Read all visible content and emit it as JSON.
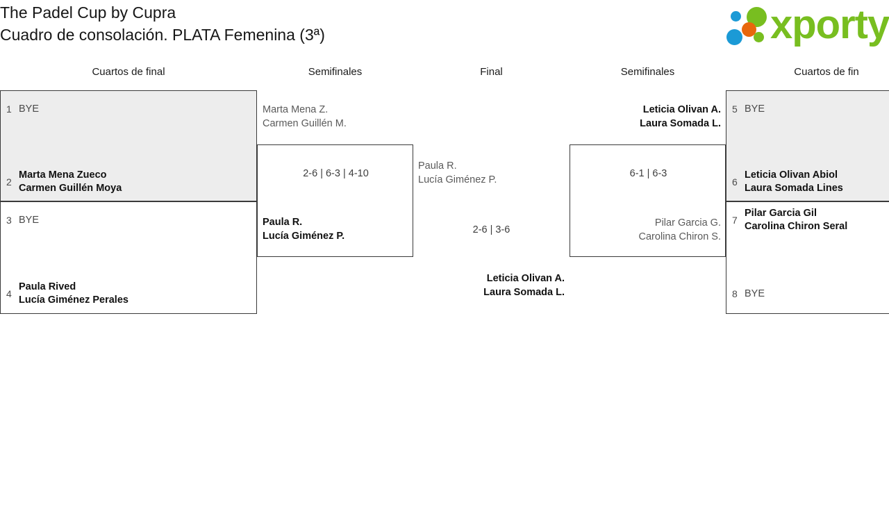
{
  "header": {
    "title_line1": "The Padel Cup by Cupra",
    "title_line2": "Cuadro de consolación. PLATA Femenina (3ª)",
    "logo_text": "xporty",
    "logo_colors": {
      "green": "#78be20",
      "blue": "#1b9ad6",
      "orange": "#e8670c"
    }
  },
  "round_headers": [
    {
      "label": "Cuartos de final"
    },
    {
      "label": "Semifinales"
    },
    {
      "label": "Final"
    },
    {
      "label": "Semifinales"
    },
    {
      "label": "Cuartos de fin"
    }
  ],
  "left_quarterfinals": [
    {
      "shaded": true,
      "top": {
        "seed": "1",
        "names": [
          "BYE"
        ],
        "state": "bye"
      },
      "bottom": {
        "seed": "2",
        "names": [
          "Marta Mena Zueco",
          "Carmen Guillén Moya"
        ],
        "state": "winner"
      }
    },
    {
      "shaded": false,
      "top": {
        "seed": "3",
        "names": [
          "BYE"
        ],
        "state": "bye"
      },
      "bottom": {
        "seed": "4",
        "names": [
          "Paula Rived",
          "Lucía Giménez Perales"
        ],
        "state": "winner"
      }
    }
  ],
  "left_semifinal": {
    "top_team": {
      "names": [
        "Marta Mena Z.",
        "Carmen Guillén M."
      ],
      "state": "loser"
    },
    "bottom_team": {
      "names": [
        "Paula R.",
        "Lucía Giménez P."
      ],
      "state": "winner"
    },
    "score": "2-6 | 6-3 | 4-10"
  },
  "final": {
    "left_team": {
      "names": [
        "Paula R.",
        "Lucía Giménez P."
      ],
      "state": "loser"
    },
    "right_team": {
      "names": [
        "Leticia Olivan A.",
        "Laura Somada L."
      ],
      "state": "winner"
    },
    "score": "2-6 | 3-6"
  },
  "right_semifinal": {
    "top_team": {
      "names": [
        "Leticia Olivan A.",
        "Laura Somada L."
      ],
      "state": "winner"
    },
    "bottom_team": {
      "names": [
        "Pilar Garcia G.",
        "Carolina Chiron S."
      ],
      "state": "loser"
    },
    "score": "6-1 | 6-3"
  },
  "right_quarterfinals": [
    {
      "shaded": true,
      "top": {
        "seed": "5",
        "names": [
          "BYE"
        ],
        "state": "bye"
      },
      "bottom": {
        "seed": "6",
        "names": [
          "Leticia Olivan Abiol",
          "Laura Somada Lines"
        ],
        "state": "winner"
      }
    },
    {
      "shaded": false,
      "top": {
        "seed": "7",
        "names": [
          "Pilar Garcia Gil",
          "Carolina Chiron Seral"
        ],
        "state": "winner"
      },
      "bottom": {
        "seed": "8",
        "names": [
          "BYE"
        ],
        "state": "bye"
      }
    }
  ]
}
